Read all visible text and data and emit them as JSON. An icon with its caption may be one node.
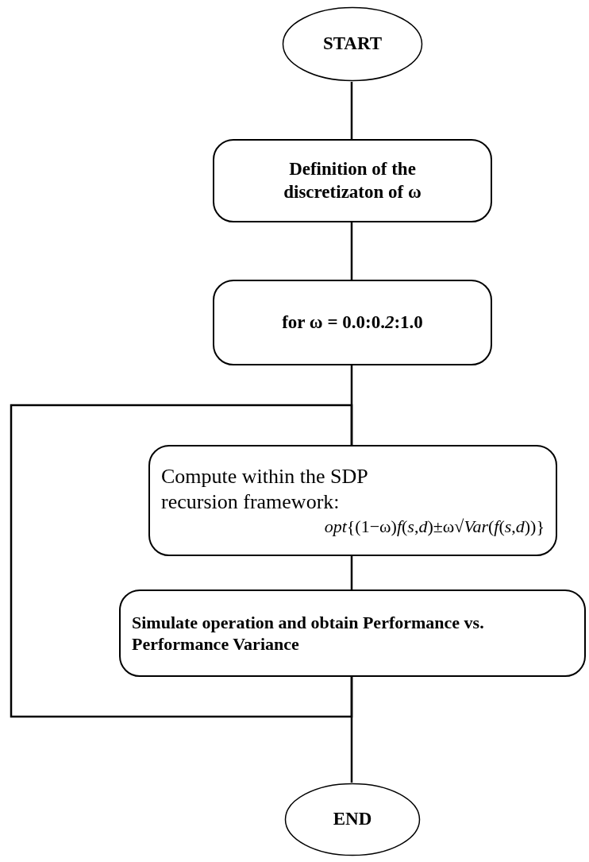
{
  "diagram": {
    "nodes": [
      {
        "text": [
          "START"
        ]
      },
      {
        "text": [
          "Definition of the discretizaton of ω"
        ]
      },
      {
        "text": [
          "for ω = 0.0:0.*2*:1.0"
        ]
      },
      {
        "text": [
          "Compute within the SDP recursion framework:",
          "*opt*{(1−ω)*f*(*s*,*d*)±ω√*Var*(*f*(*s*,*d*))}"
        ]
      },
      {
        "text": [
          "Simulate operation and obtain Performance vs. Performance Variance"
        ]
      },
      {
        "text": [
          "END"
        ]
      }
    ],
    "edges": [
      {
        "from": 0,
        "to": 1,
        "arrow": "none"
      },
      {
        "from": 1,
        "to": 2,
        "arrow": "none"
      },
      {
        "from": 2,
        "to": 3,
        "arrow": "none"
      },
      {
        "from": 3,
        "to": 4,
        "arrow": "none"
      },
      {
        "from": 4,
        "to": 5,
        "arrow": "none"
      },
      {
        "from": 4,
        "to": 3,
        "arrow": "none"
      }
    ]
  }
}
